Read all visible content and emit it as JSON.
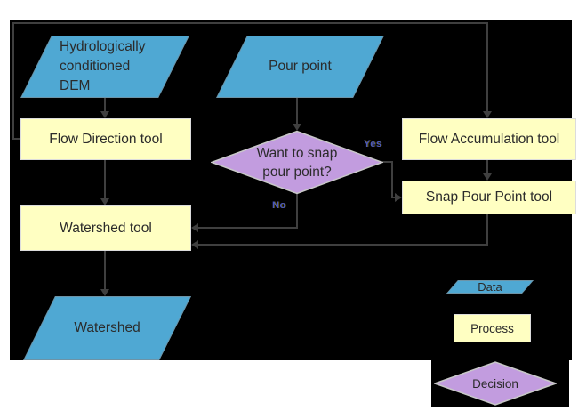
{
  "diagram": {
    "nodes": {
      "dem": "Hydrologically conditioned DEM",
      "pour_point": "Pour point",
      "flow_direction": "Flow Direction tool",
      "flow_accumulation": "Flow Accumulation tool",
      "snap_pour_point": "Snap Pour Point tool",
      "watershed_tool": "Watershed tool",
      "decision_question": "Want to snap pour point?",
      "watershed_output": "Watershed"
    },
    "edge_labels": {
      "yes": "Yes",
      "no": "No"
    },
    "legend": {
      "data": "Data",
      "process": "Process",
      "decision": "Decision"
    },
    "colors": {
      "page_background": "#FFFFFF",
      "canvas_background": "#000000",
      "data_fill": "#4FA8D3",
      "data_border": "#6D93A6",
      "process_fill": "#FFFFC2",
      "process_border": "#DCDCDC",
      "decision_fill": "#C29CDF",
      "decision_border": "#C8C8C8",
      "connector": "#3F3F3F"
    }
  }
}
